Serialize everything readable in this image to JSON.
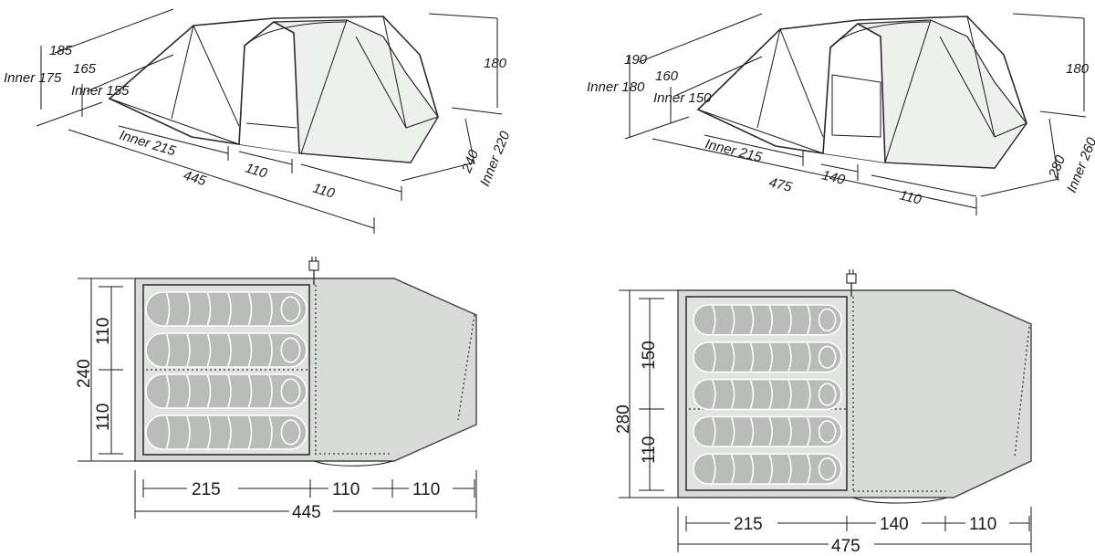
{
  "left_tent": {
    "side_view": {
      "height_outer": "185",
      "height_inner": "Inner 175",
      "vestibule_height": "165",
      "vestibule_height_inner": "Inner 155",
      "right_height": "180",
      "inner_length": "Inner 215",
      "length_total": "445",
      "seg1": "110",
      "seg2": "110",
      "width_outer": "240",
      "width_inner": "Inner 220"
    },
    "floor_plan": {
      "width_total": "240",
      "half_top": "110",
      "half_bottom": "110",
      "seg_inner": "215",
      "seg_mid": "110",
      "seg_end": "110",
      "length_total": "445",
      "sleeping_bags": 4
    }
  },
  "right_tent": {
    "side_view": {
      "height_outer": "190",
      "height_inner": "Inner 180",
      "vestibule_height": "160",
      "vestibule_height_inner": "Inner 150",
      "right_height": "180",
      "inner_length": "Inner 215",
      "length_total": "475",
      "seg1": "140",
      "seg2": "110",
      "width_outer": "280",
      "width_inner": "Inner 260"
    },
    "floor_plan": {
      "width_total": "280",
      "top_section": "150",
      "bottom_section": "110",
      "seg_inner": "215",
      "seg_mid": "140",
      "seg_end": "110",
      "length_total": "475",
      "sleeping_bags": 5
    }
  }
}
